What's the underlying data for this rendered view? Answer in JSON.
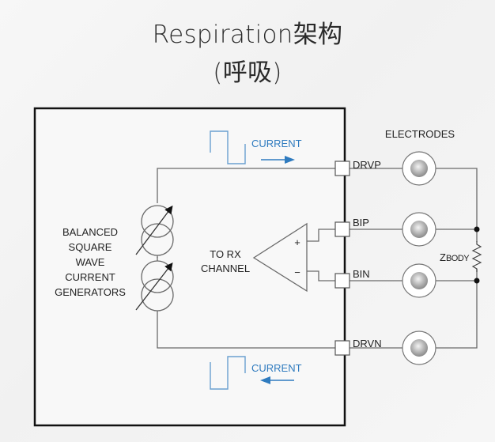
{
  "title": {
    "line1": "Respiration架构",
    "line2": "(呼吸)"
  },
  "diagram": {
    "generator_label": [
      "BALANCED",
      "SQUARE",
      "WAVE",
      "CURRENT",
      "GENERATORS"
    ],
    "amplifier_label": [
      "TO RX",
      "CHANNEL"
    ],
    "amplifier_inputs": {
      "plus": "+",
      "minus": "−"
    },
    "current_top": "CURRENT",
    "current_bottom": "CURRENT",
    "electrodes_label": "ELECTRODES",
    "pins": [
      "DRVP",
      "BIP",
      "BIN",
      "DRVN"
    ],
    "zbody": {
      "main": "Z",
      "sub": "BODY"
    },
    "colors": {
      "accent_blue": "#2f7bbf",
      "line": "#6a6a6a",
      "chip_border": "#111111"
    }
  }
}
